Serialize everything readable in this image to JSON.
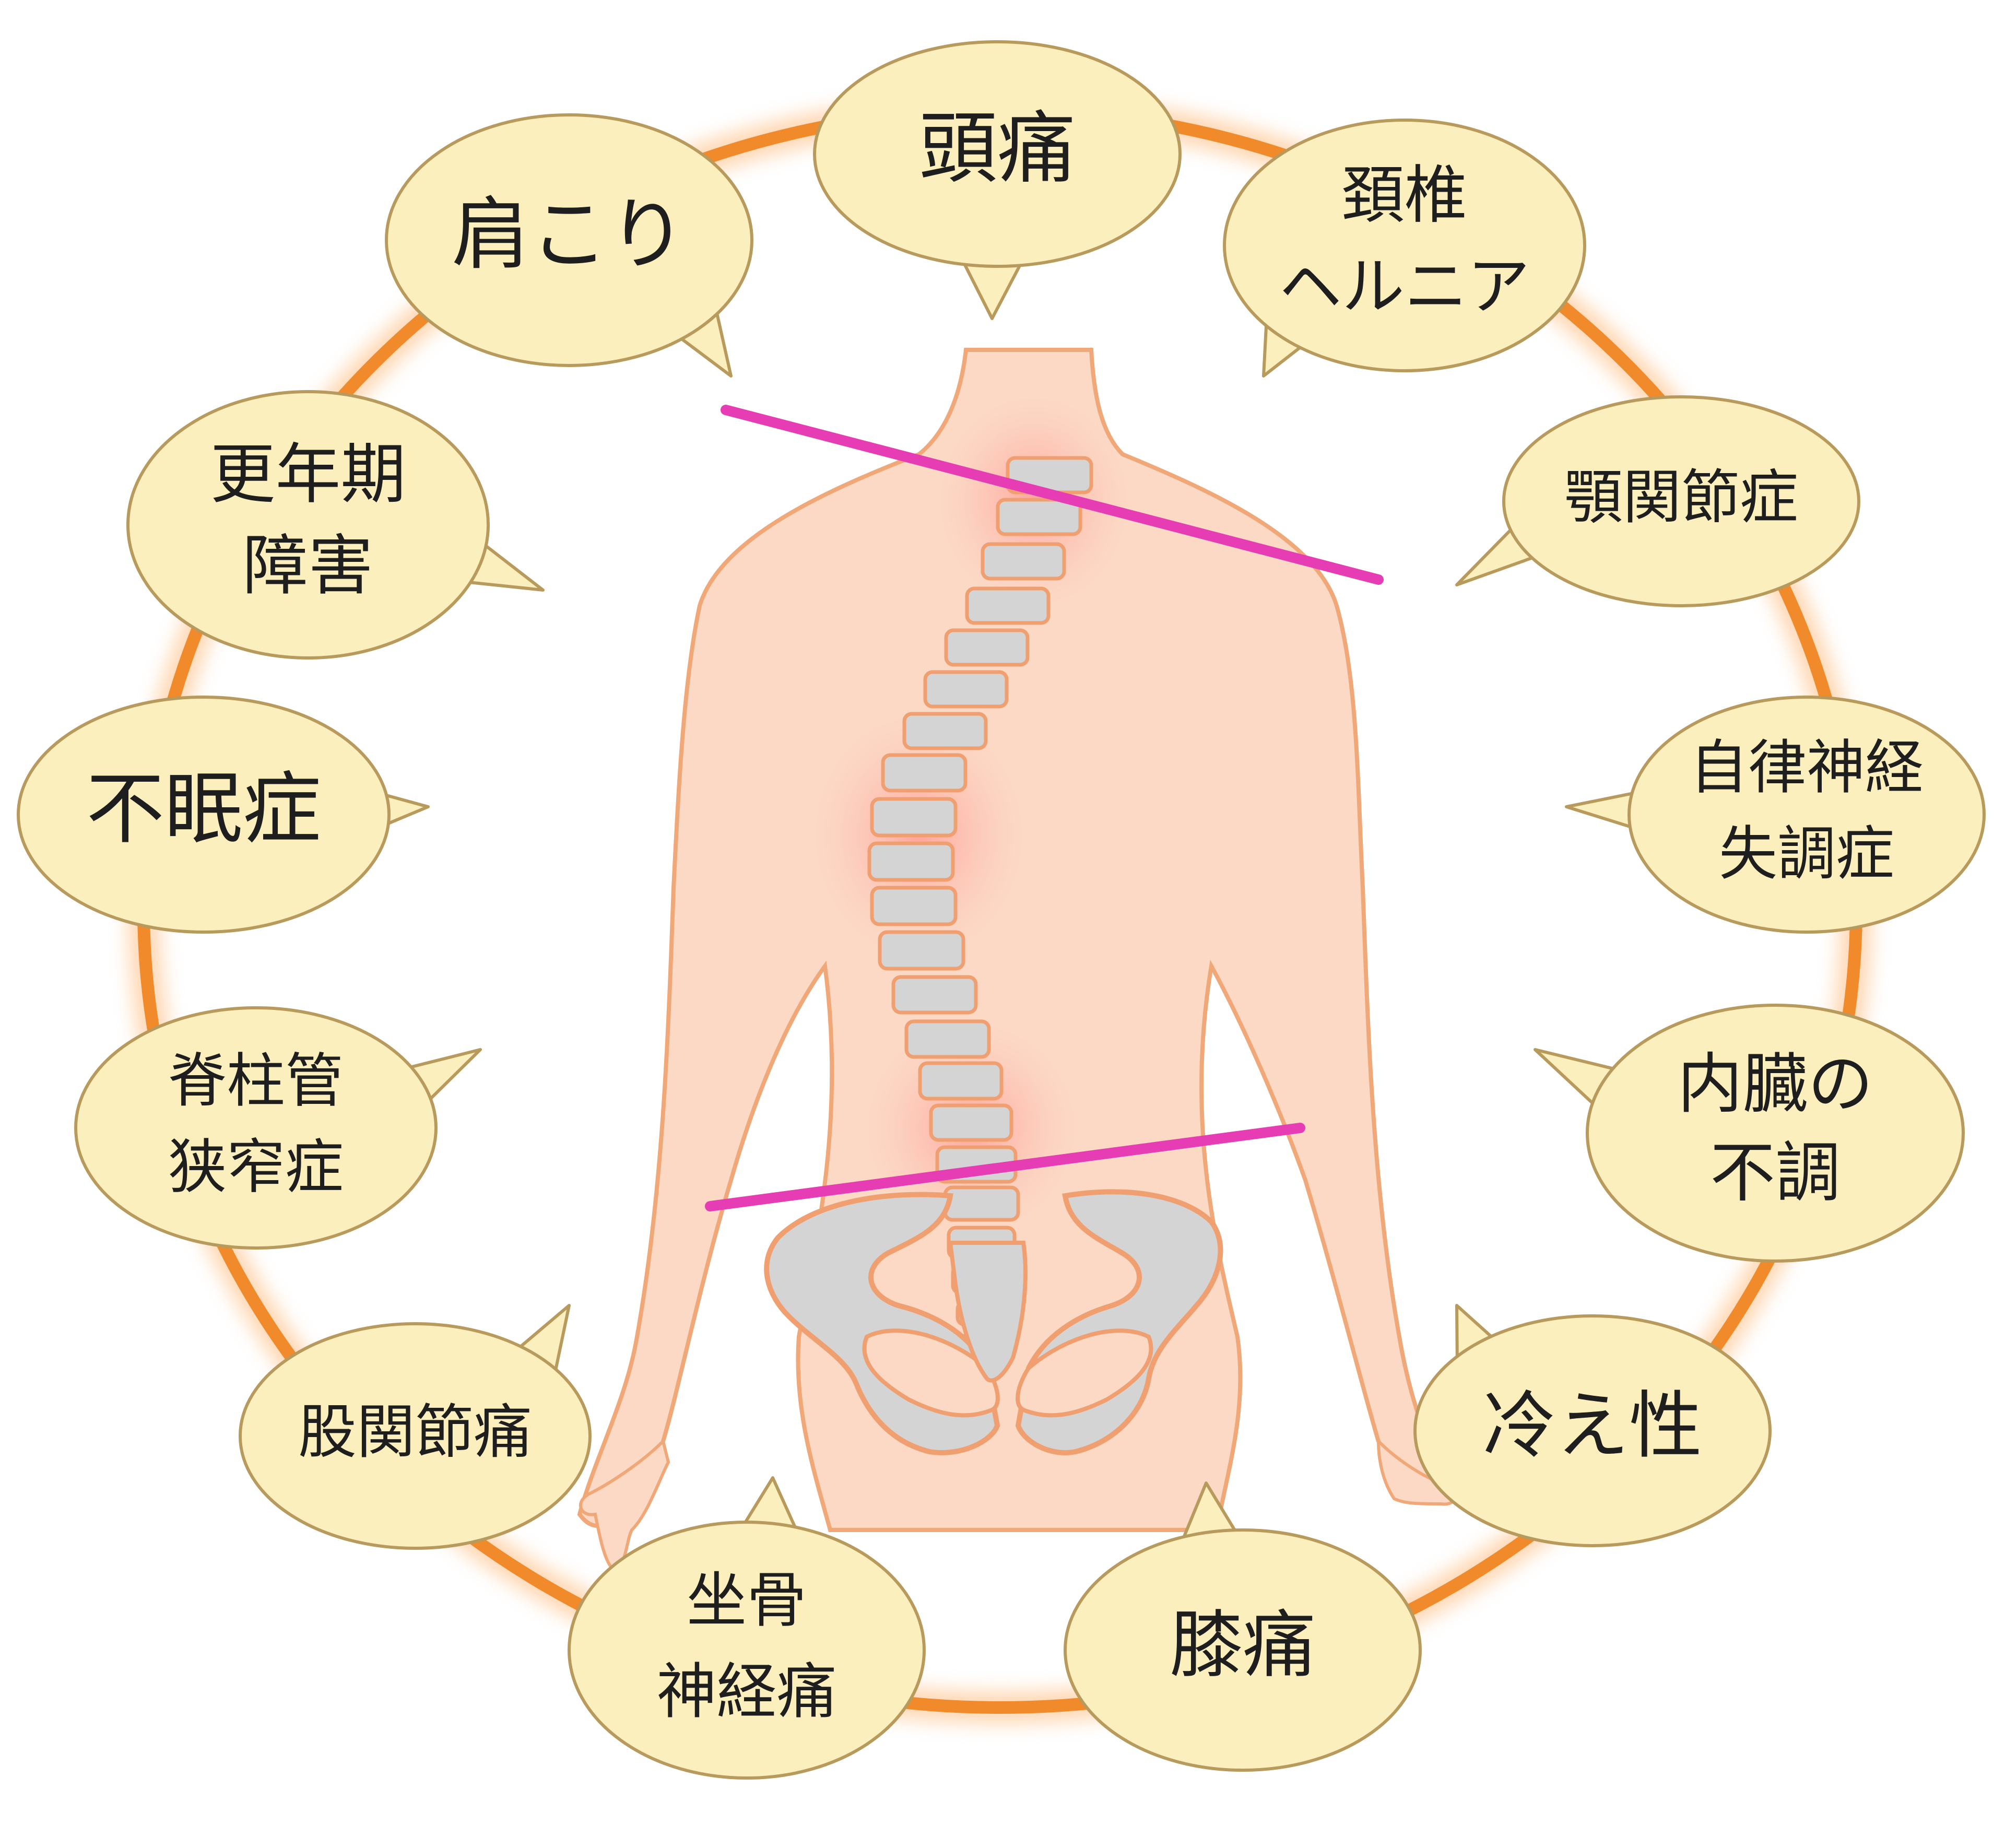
{
  "diagram": {
    "symptoms": [
      {
        "id": "headache",
        "lines": [
          "頭痛"
        ]
      },
      {
        "id": "cervical-hernia",
        "lines": [
          "頚椎",
          "ヘルニア"
        ]
      },
      {
        "id": "tmj",
        "lines": [
          "顎関節症"
        ]
      },
      {
        "id": "autonomic",
        "lines": [
          "自律神経",
          "失調症"
        ]
      },
      {
        "id": "internal-organs",
        "lines": [
          "内臓の",
          "不調"
        ]
      },
      {
        "id": "cold-sensitivity",
        "lines": [
          "冷え性"
        ]
      },
      {
        "id": "knee-pain",
        "lines": [
          "膝痛"
        ]
      },
      {
        "id": "sciatica",
        "lines": [
          "坐骨",
          "神経痛"
        ]
      },
      {
        "id": "hip-pain",
        "lines": [
          "股関節痛"
        ]
      },
      {
        "id": "spinal-stenosis",
        "lines": [
          "脊柱管",
          "狭窄症"
        ]
      },
      {
        "id": "insomnia",
        "lines": [
          "不眠症"
        ]
      },
      {
        "id": "menopause",
        "lines": [
          "更年期",
          "障害"
        ]
      },
      {
        "id": "stiff-shoulders",
        "lines": [
          "肩こり"
        ]
      }
    ],
    "colors": {
      "ring": "#f08a2a",
      "ring_glow": "#ffd6b0",
      "bubble_fill": "#fbefbe",
      "bubble_stroke": "#b79a5c",
      "skin": "#fcd9c4",
      "skin_outline": "#f0a878",
      "bone": "#d4d4d4",
      "bone_outline": "#f0a070",
      "tilt_line": "#e63cb4",
      "inflammation": "#ff8c8c"
    }
  }
}
